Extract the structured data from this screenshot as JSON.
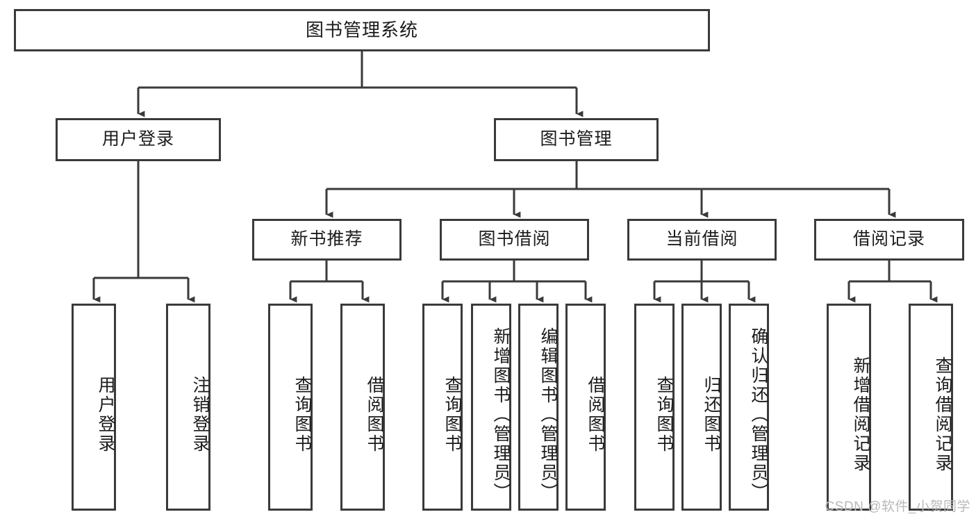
{
  "diagram": {
    "type": "tree",
    "title": "图书管理系统",
    "watermark": "CSDN @软件_小贺同学",
    "colors": {
      "box_border": "#3a3a3a",
      "box_fill": "#ffffff",
      "edge": "#3a3a3a",
      "text": "#1b1b1b",
      "watermark": "#b9b9b9"
    },
    "nodes": {
      "root": {
        "label": "图书管理系统"
      },
      "level2": [
        {
          "label": "用户登录"
        },
        {
          "label": "图书管理"
        }
      ],
      "level3": [
        {
          "label": "新书推荐"
        },
        {
          "label": "图书借阅"
        },
        {
          "label": "当前借阅"
        },
        {
          "label": "借阅记录"
        }
      ],
      "leaves": {
        "user_login": [
          {
            "label": "用户登录"
          },
          {
            "label": "注销登录"
          }
        ],
        "new_book": [
          {
            "label": "查询图书"
          },
          {
            "label": "借阅图书"
          }
        ],
        "book_borrow": [
          {
            "label": "查询图书"
          },
          {
            "label": "新增图书（管理员）"
          },
          {
            "label": "编辑图书（管理员）"
          },
          {
            "label": "借阅图书"
          }
        ],
        "current_borrow": [
          {
            "label": "查询图书"
          },
          {
            "label": "归还图书"
          },
          {
            "label": "确认归还（管理员）"
          }
        ],
        "borrow_record": [
          {
            "label": "新增借阅记录"
          },
          {
            "label": "查询借阅记录"
          }
        ]
      }
    }
  }
}
